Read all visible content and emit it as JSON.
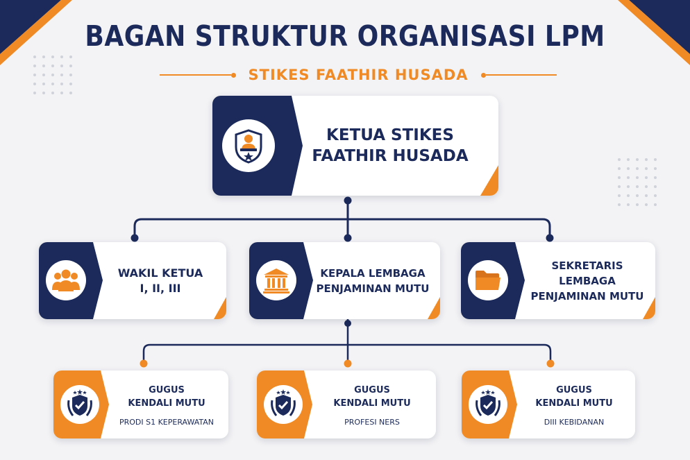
{
  "title": "BAGAN STRUKTUR ORGANISASI LPM",
  "subtitle": "STIKES FAATHIR HUSADA",
  "colors": {
    "navy": "#1b2a5a",
    "orange": "#f08a24",
    "background": "#f3f3f5"
  },
  "top": {
    "icon": "leader-podium-shield-icon",
    "line1": "KETUA STIKES",
    "line2": "FAATHIR HUSADA"
  },
  "middle": [
    {
      "icon": "group-users-icon",
      "line1": "WAKIL KETUA",
      "line2": "I, II, III"
    },
    {
      "icon": "institution-building-icon",
      "line1": "KEPALA LEMBAGA",
      "line2": "PENJAMINAN MUTU"
    },
    {
      "icon": "folder-icon",
      "line1": "SEKRETARIS LEMBAGA",
      "line2": "PENJAMINAN MUTU"
    }
  ],
  "bottom": [
    {
      "icon": "quality-shield-laurel-icon",
      "line1": "GUGUS",
      "line2": "KENDALI MUTU",
      "program": "PRODI S1 KEPERAWATAN"
    },
    {
      "icon": "quality-shield-laurel-icon",
      "line1": "GUGUS",
      "line2": "KENDALI MUTU",
      "program": "PROFESI NERS"
    },
    {
      "icon": "quality-shield-laurel-icon",
      "line1": "GUGUS",
      "line2": "KENDALI MUTU",
      "program": "DIII KEBIDANAN"
    }
  ]
}
